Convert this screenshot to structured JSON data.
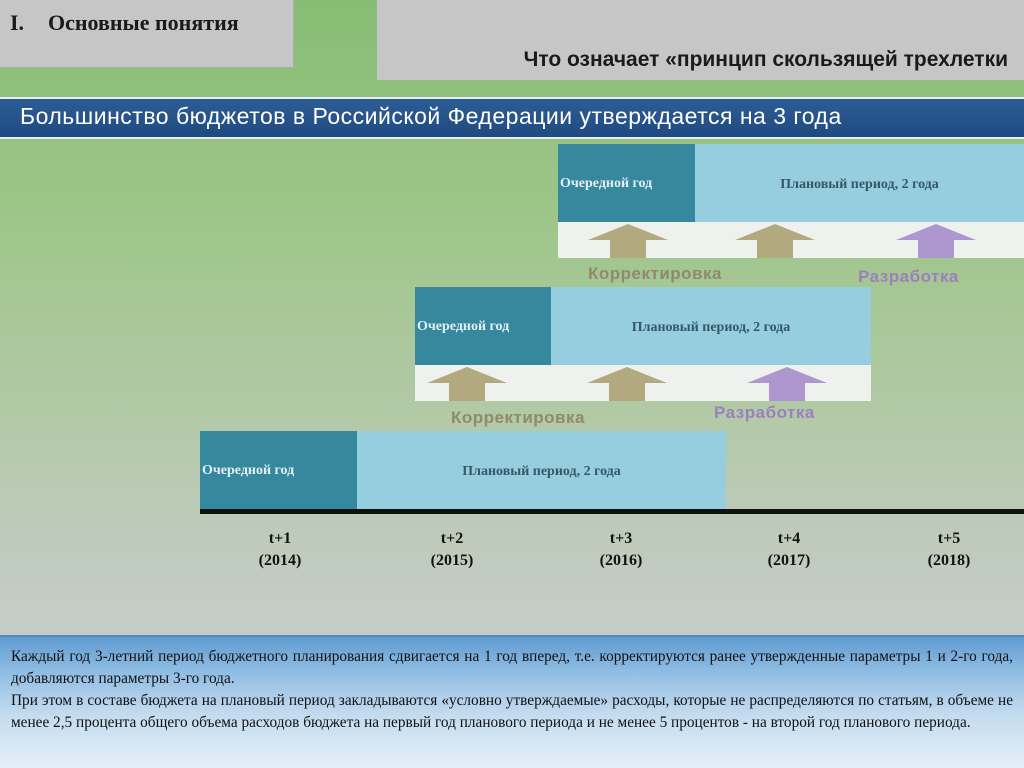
{
  "header": {
    "section_number": "I.",
    "section_title": "Основные понятия",
    "question": "Что означает «принцип скользящей трехлетки"
  },
  "banner": {
    "text": "Большинство бюджетов в Российской Федерации утверждается на 3 года"
  },
  "rows": [
    {
      "current_label": "Очередной год",
      "plan_label": "Плановый период, 2 года",
      "correction_label": "Корректировка",
      "development_label": "Разработка"
    },
    {
      "current_label": "Очередной год",
      "plan_label": "Плановый период, 2 года",
      "correction_label": "Корректировка",
      "development_label": "Разработка"
    },
    {
      "current_label": "Очередной год",
      "plan_label": "Плановый период, 2 года"
    }
  ],
  "timeline": [
    {
      "t": "t+1",
      "year": "(2014)"
    },
    {
      "t": "t+2",
      "year": "(2015)"
    },
    {
      "t": "t+3",
      "year": "(2016)"
    },
    {
      "t": "t+4",
      "year": "(2017)"
    },
    {
      "t": "t+5",
      "year": "(2018)"
    }
  ],
  "footer": {
    "paragraph_1": "Каждый год 3-летний период бюджетного планирования сдвигается на 1 год вперед, т.е. корректируются ранее утвержденные параметры 1 и 2-го года, добавляются параметры 3-го года.",
    "paragraph_2": "При этом в составе бюджета на плановый период закладываются «условно утверждаемые» расходы, которые не распределяются по статьям, в объеме не менее 2,5 процента общего объема расходов бюджета на первый год планового периода и не менее 5 процентов - на второй год планового периода."
  },
  "colors": {
    "current_year": "#35889e",
    "planned_period": "#96cedf",
    "correction_arrow": "#b2a97f",
    "development_arrow": "#ae97cf",
    "banner": "#2d5d95"
  }
}
